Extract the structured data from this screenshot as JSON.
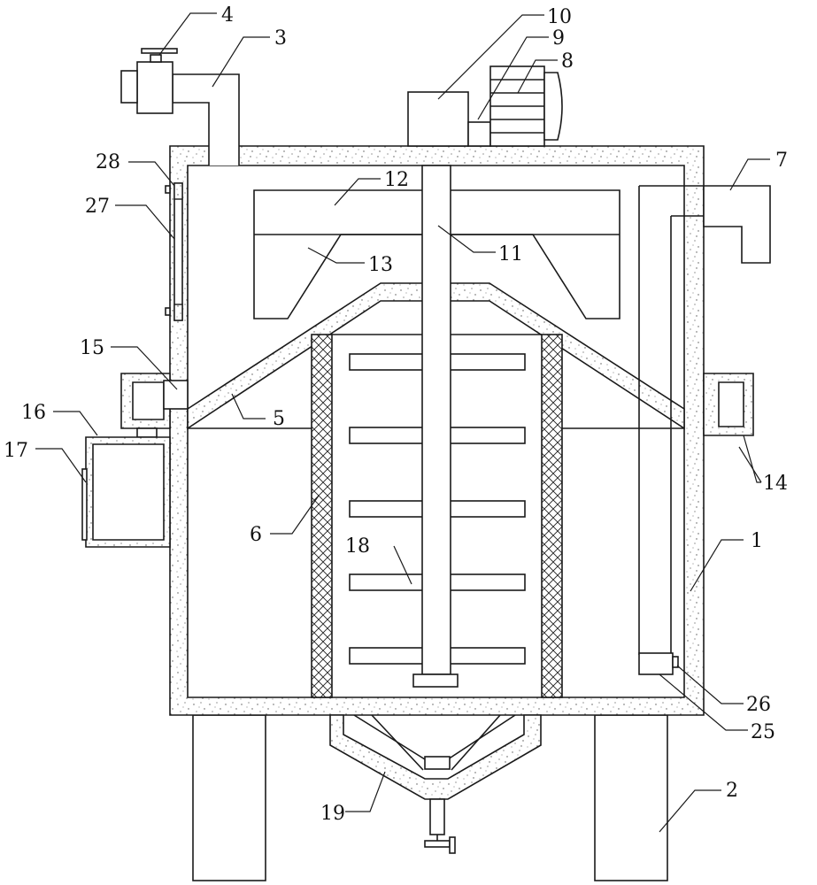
{
  "diagram": {
    "labels": {
      "l1": "1",
      "l2": "2",
      "l3": "3",
      "l4": "4",
      "l5": "5",
      "l6": "6",
      "l7": "7",
      "l8": "8",
      "l9": "9",
      "l10": "10",
      "l11": "11",
      "l12": "12",
      "l13": "13",
      "l14": "14",
      "l15": "15",
      "l16": "16",
      "l17": "17",
      "l18": "18",
      "l19": "19",
      "l25": "25",
      "l26": "26",
      "l27": "27",
      "l28": "28"
    }
  }
}
